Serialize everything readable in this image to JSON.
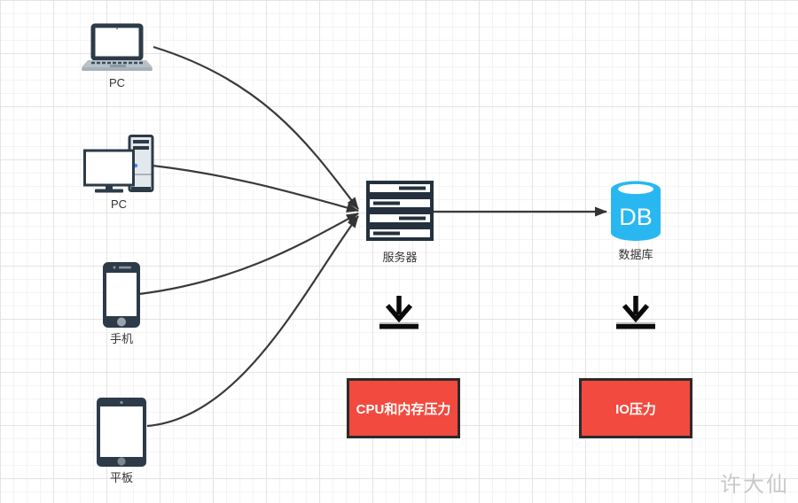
{
  "diagram": {
    "nodes": [
      {
        "id": "laptop",
        "label": "PC",
        "icon": "laptop-icon"
      },
      {
        "id": "desktop",
        "label": "PC",
        "icon": "desktop-pc-icon"
      },
      {
        "id": "phone",
        "label": "手机",
        "icon": "smartphone-icon"
      },
      {
        "id": "tablet",
        "label": "平板",
        "icon": "tablet-icon"
      },
      {
        "id": "server",
        "label": "服务器",
        "icon": "server-rack-icon"
      },
      {
        "id": "database",
        "label": "数据库",
        "icon": "database-cylinder-icon",
        "glyph": "DB"
      }
    ],
    "edges": [
      {
        "from": "laptop",
        "to": "server"
      },
      {
        "from": "desktop",
        "to": "server"
      },
      {
        "from": "phone",
        "to": "server"
      },
      {
        "from": "tablet",
        "to": "server"
      },
      {
        "from": "server",
        "to": "database"
      }
    ],
    "pressure_boxes": [
      {
        "target": "server",
        "indicator": "download-arrow-icon",
        "label": "CPU和内存压力"
      },
      {
        "target": "database",
        "indicator": "download-arrow-icon",
        "label": "IO压力"
      }
    ],
    "watermark": "许大仙",
    "colors": {
      "device_dark": "#2d3a48",
      "database_cyan": "#29b7f2",
      "pressure_fill": "#f24a3e",
      "pressure_border": "#2b2b2b",
      "arrow": "#3a3a3a",
      "label_text": "#333333",
      "grid_minor": "#f4f4f4",
      "grid_major": "#e4e4e4"
    }
  }
}
